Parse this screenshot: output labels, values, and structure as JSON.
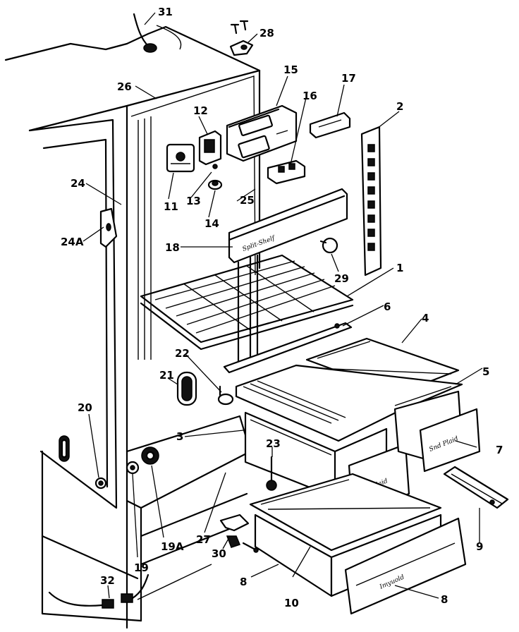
{
  "labels": {
    "l31": "31",
    "l28": "28",
    "l15": "15",
    "l17": "17",
    "l26": "26",
    "l12": "12",
    "l16": "16",
    "l2": "2",
    "l24": "24",
    "l11": "11",
    "l13": "13",
    "l25": "25",
    "l14": "14",
    "l24a": "24A",
    "l18": "18",
    "l29": "29",
    "l1": "1",
    "l6": "6",
    "l4": "4",
    "l22": "22",
    "l21": "21",
    "l5": "5",
    "l20": "20",
    "l3": "3",
    "l23": "23",
    "l7": "7",
    "l27": "27",
    "l19": "19",
    "l19a": "19A",
    "l9": "9",
    "l30": "30",
    "l32": "32",
    "l8a": "8",
    "l10": "10",
    "l8b": "8"
  }
}
